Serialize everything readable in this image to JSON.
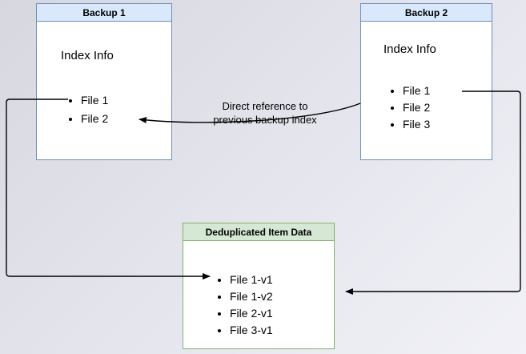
{
  "canvas": {
    "background_top_left": "#d7d7df",
    "background_bottom_right": "#f1f1f7"
  },
  "backup1": {
    "title": "Backup 1",
    "subtitle": "Index Info",
    "files": [
      "File 1",
      "File 2"
    ],
    "border_color": "#6c8ebf",
    "header_fill": "#dae8fc"
  },
  "backup2": {
    "title": "Backup 2",
    "subtitle": "Index Info",
    "files": [
      "File 1",
      "File 2",
      "File 3"
    ],
    "border_color": "#6c8ebf",
    "header_fill": "#dae8fc"
  },
  "dedup": {
    "title": "Deduplicated Item Data",
    "files": [
      "File 1-v1",
      "File 1-v2",
      "File 2-v1",
      "File 3-v1"
    ],
    "border_color": "#82b366",
    "header_fill": "#d5e8d4"
  },
  "annotation": {
    "text": "Direct reference to\nprevious backup index"
  },
  "arrows": {
    "color": "#000000",
    "descriptions": [
      "Backup 2 index to Backup 1 index (direct reference)",
      "Backup 1 File 1 to deduplicated File 1-v1",
      "Backup 2 File 1 to deduplicated File 1-v2"
    ]
  }
}
